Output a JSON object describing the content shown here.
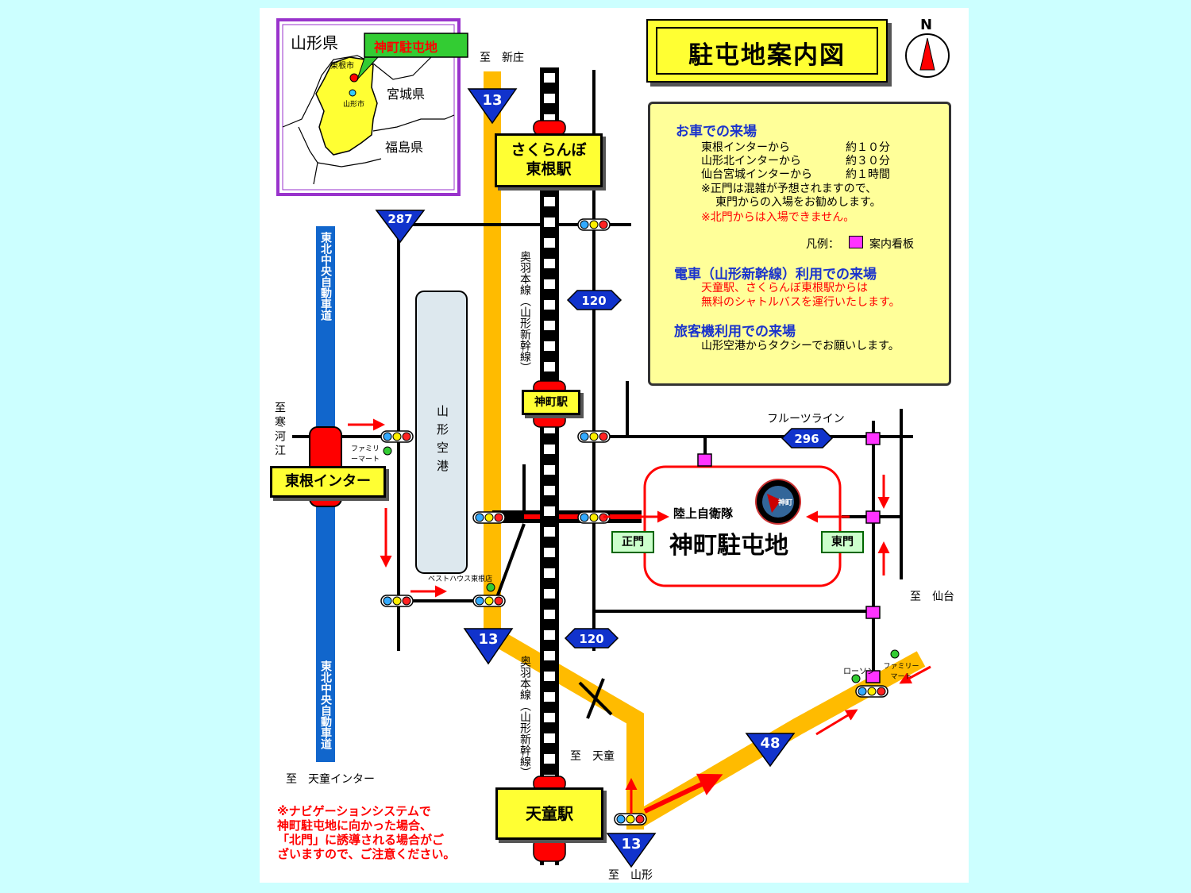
{
  "title": "駐屯地案内図",
  "north_label": "N",
  "inset": {
    "prefecture": "山形県",
    "callout": "神町駐屯地",
    "city1": "東根市",
    "city2": "山形市",
    "miyagi": "宮城県",
    "fukushima": "福島県"
  },
  "legend": {
    "car_heading": "お車での来場",
    "car_rows": [
      {
        "from": "東根インターから",
        "time": "約１０分"
      },
      {
        "from": "山形北インターから",
        "time": "約３０分"
      },
      {
        "from": "仙台宮城インターから",
        "time": "約１時間"
      }
    ],
    "note1": "※正門は混雑が予想されますので、",
    "note2": "東門からの入場をお勧めします。",
    "note3": "※北門からは入場できません。",
    "key_label": "凡例：",
    "key_text": "案内看板",
    "train_heading": "電車（山形新幹線）利用での来場",
    "train1": "天童駅、さくらんぼ東根駅からは",
    "train2": "無料のシャトルバスを運行いたします。",
    "air_heading": "旅客機利用での来場",
    "air1": "山形空港からタクシーでお願いします。"
  },
  "map": {
    "to_shinjo": "至　新庄",
    "station_top_1": "さくらんぼ",
    "station_top_2": "東根駅",
    "kamimachi_station": "神町駅",
    "tendo_station": "天童駅",
    "expressway": "東北中央自動車道",
    "railway": "奥羽本線（山形新幹線）",
    "airport": "山形空港",
    "to_sagae": "至寒河江",
    "higashine_ic": "東根インター",
    "familymart": "ファミリーマート",
    "besthouse": "ベストハウス東根店",
    "lawson": "ローソン",
    "fruits_line": "フルーツライン",
    "to_sendai": "至　仙台",
    "to_tendo": "至　天童",
    "to_tendo_ic": "至　天童インター",
    "to_yamagata": "至　山形",
    "base_small": "陸上自衛隊",
    "base_name": "神町駐屯地",
    "emblem_text": "神町",
    "main_gate": "正門",
    "east_gate": "東門",
    "routes": {
      "r13": "13",
      "r287": "287",
      "r120": "120",
      "r296": "296",
      "r48": "48"
    },
    "warning": [
      "※ナビゲーションシステムで",
      "神町駐屯地に向かった場合、",
      "「北門」に誘導される場合がご",
      "ざいますので、ご注意ください。"
    ]
  },
  "colors": {
    "background": "#ccffff",
    "road_yellow": "#ffbb00",
    "expressway_blue": "#1166cc",
    "route_blue": "#1133cc",
    "sign_magenta": "#ff33ff",
    "warning_red": "#ff0000",
    "scroll_yellow": "#ffff99"
  }
}
